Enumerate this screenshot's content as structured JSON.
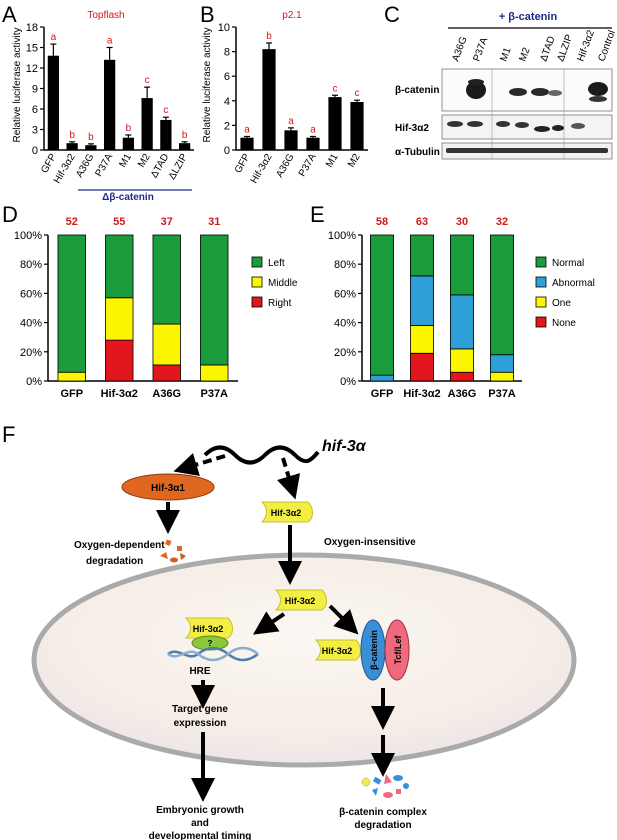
{
  "panels": {
    "A": {
      "letter": "A",
      "title": "Topflash",
      "ylabel": "Relative luciferase activity",
      "group_label": "Δβ-catenin",
      "chart_data": {
        "type": "bar",
        "title": "Topflash",
        "ylabel": "Relative luciferase activity",
        "categories": [
          "GFP",
          "Hif-3α2",
          "A36G",
          "P37A",
          "M1",
          "M2",
          "ΔTAD",
          "ΔLZIP"
        ],
        "values": [
          13.8,
          1.0,
          0.7,
          13.2,
          1.8,
          7.6,
          4.4,
          1.0
        ],
        "errors": [
          1.7,
          0.2,
          0.2,
          1.8,
          0.4,
          1.6,
          0.4,
          0.2
        ],
        "letters": [
          "a",
          "b",
          "b",
          "a",
          "b",
          "c",
          "c",
          "b"
        ],
        "ylim": [
          0,
          18
        ],
        "yticks": [
          "0",
          "3",
          "6",
          "9",
          "12",
          "15",
          "18"
        ]
      }
    },
    "B": {
      "letter": "B",
      "title": "p2.1",
      "ylabel": "Relative luciferase activity",
      "chart_data": {
        "type": "bar",
        "title": "p2.1",
        "ylabel": "Relative luciferase activity",
        "categories": [
          "GFP",
          "Hif-3α2",
          "A36G",
          "P37A",
          "M1",
          "M2"
        ],
        "values": [
          1.0,
          8.2,
          1.6,
          1.0,
          4.3,
          3.9
        ],
        "errors": [
          0.1,
          0.5,
          0.2,
          0.1,
          0.15,
          0.15
        ],
        "letters": [
          "a",
          "b",
          "a",
          "a",
          "c",
          "c"
        ],
        "ylim": [
          0,
          10
        ],
        "yticks": [
          "0",
          "2",
          "4",
          "6",
          "8",
          "10"
        ]
      }
    },
    "C": {
      "letter": "C",
      "header": "+ β-catenin",
      "lanes": [
        "A36G",
        "P37A",
        "M1",
        "M2",
        "ΔTAD",
        "ΔLZIP",
        "Hif-3α2",
        "Control"
      ],
      "rows": [
        "β-catenin",
        "Hif-3α2",
        "α-Tubulin"
      ],
      "row_colors": [
        "#1f2a8a",
        "#d0191b",
        "#000000"
      ]
    },
    "D": {
      "letter": "D",
      "chart_data": {
        "type": "bar",
        "stacked": true,
        "categories": [
          "GFP",
          "Hif-3α2",
          "A36G",
          "P37A"
        ],
        "counts": [
          "52",
          "55",
          "37",
          "31"
        ],
        "series": [
          {
            "name": "Left",
            "color": "#1a9b3c",
            "values": [
              94,
              43,
              61,
              89
            ]
          },
          {
            "name": "Middle",
            "color": "#fbf600",
            "values": [
              6,
              29,
              28,
              11
            ]
          },
          {
            "name": "Right",
            "color": "#e3161d",
            "values": [
              0,
              28,
              11,
              0
            ]
          }
        ],
        "ylim": [
          0,
          100
        ],
        "yticks": [
          "0%",
          "20%",
          "40%",
          "60%",
          "80%",
          "100%"
        ],
        "legend": "right"
      }
    },
    "E": {
      "letter": "E",
      "chart_data": {
        "type": "bar",
        "stacked": true,
        "categories": [
          "GFP",
          "Hif-3α2",
          "A36G",
          "P37A"
        ],
        "counts": [
          "58",
          "63",
          "30",
          "32"
        ],
        "series": [
          {
            "name": "Normal",
            "color": "#1a9b3c",
            "values": [
              96,
              28,
              41,
              82
            ]
          },
          {
            "name": "Abnormal",
            "color": "#2f9fd8",
            "values": [
              4,
              34,
              37,
              12
            ]
          },
          {
            "name": "One",
            "color": "#fbf600",
            "values": [
              0,
              19,
              16,
              6
            ]
          },
          {
            "name": "None",
            "color": "#e3161d",
            "values": [
              0,
              19,
              6,
              0
            ]
          }
        ],
        "ylim": [
          0,
          100
        ],
        "yticks": [
          "0%",
          "20%",
          "40%",
          "60%",
          "80%",
          "100%"
        ],
        "legend": "right"
      }
    },
    "F": {
      "letter": "F",
      "gene": "hif-3α",
      "iso1": "Hif-3α1",
      "iso2": "Hif-3α2",
      "oxy_dep_1": "Oxygen-dependent",
      "oxy_dep_2": "degradation",
      "oxy_ins": "Oxygen-insensitive",
      "q": "?",
      "hre": "HRE",
      "target_1": "Target gene",
      "target_2": "expression",
      "bcat": "β-catenin",
      "tcf": "Tcf/Lef",
      "growth_1": "Embryonic growth",
      "growth_2": "and",
      "growth_3": "developmental timing",
      "deg_1": "β-catenin complex",
      "deg_2": "degradation"
    }
  }
}
